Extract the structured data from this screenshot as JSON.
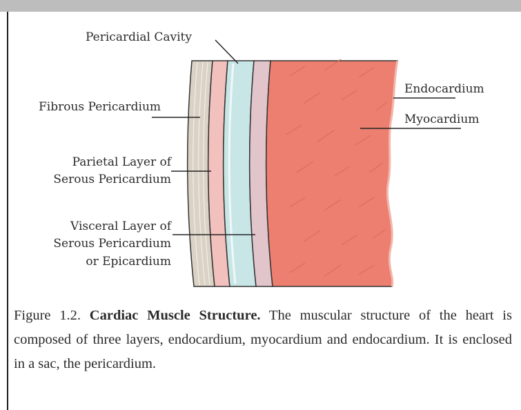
{
  "diagram": {
    "labels": {
      "pericardial_cavity": "Pericardial Cavity",
      "fibrous_pericardium": "Fibrous Pericardium",
      "parietal_line1": "Parietal Layer of",
      "parietal_line2": "Serous Pericardium",
      "visceral_line1": "Visceral Layer of",
      "visceral_line2": "Serous Pericardium",
      "visceral_line3": "or Epicardium",
      "endocardium": "Endocardium",
      "myocardium": "Myocardium"
    },
    "colors": {
      "fibrous": "#d9d2c5",
      "parietal": "#f2c0bd",
      "cavity": "#c8e6e6",
      "visceral": "#e2c4cb",
      "myocardium": "#ec7f6f",
      "outline": "#333333"
    }
  },
  "caption": {
    "prefix": "Figure 1.2. ",
    "title": "Cardiac Muscle Structure.",
    "body": " The muscular structure of the heart is composed of three layers, endocardium, myocardium and endocardium. It is enclosed in a sac, the pericardium."
  }
}
